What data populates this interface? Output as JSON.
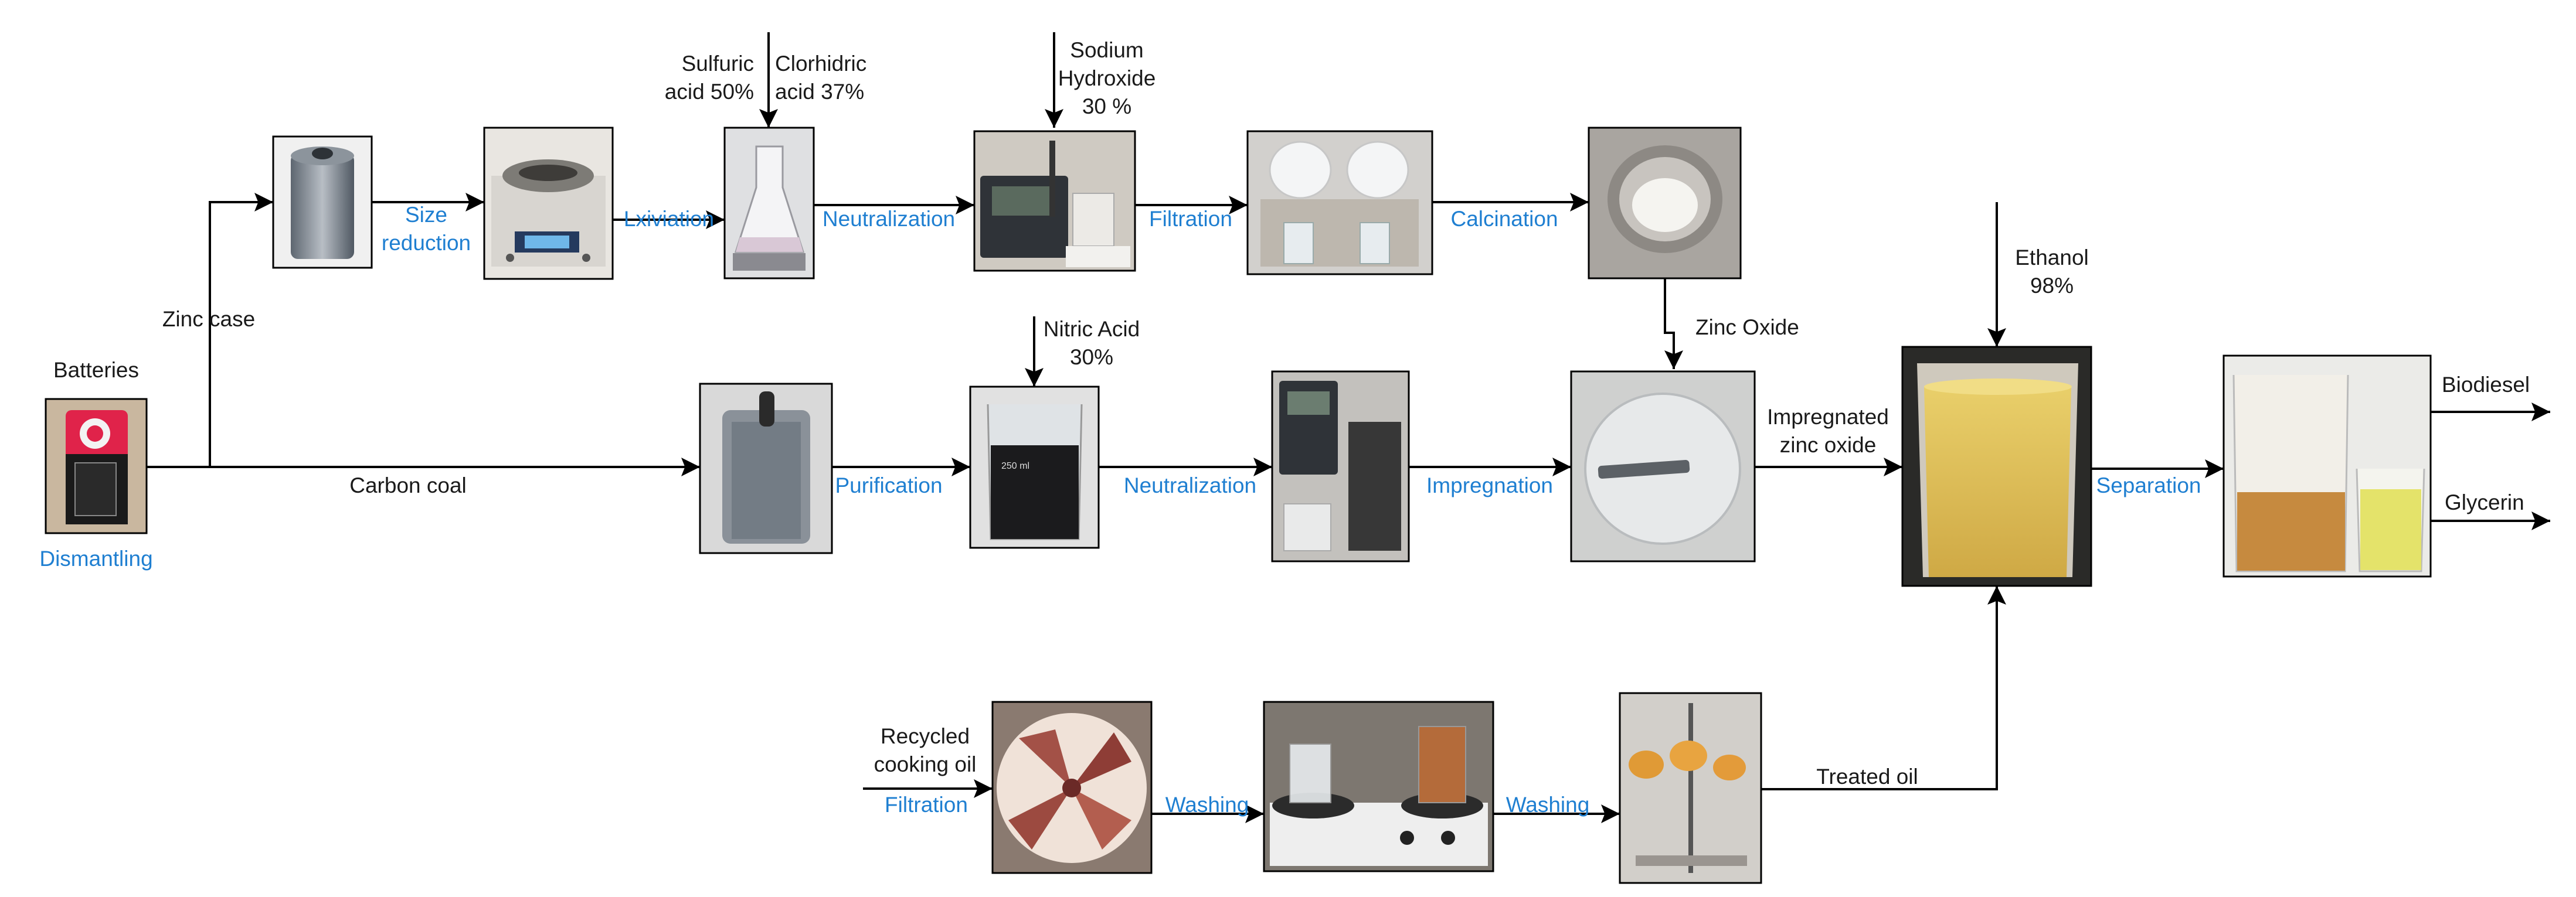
{
  "colors": {
    "process_label": "#1f7fd1",
    "text": "#1a1a1a",
    "line": "#000000"
  },
  "nodes": {
    "batteries": "Batteries",
    "zinc_case": "Zinc case",
    "carbon_coal": "Carbon coal",
    "sulfuric_acid": [
      "Sulfuric",
      "acid 50%"
    ],
    "clorhidric_acid": [
      "Clorhidric",
      "acid 37%"
    ],
    "sodium_hydroxide": [
      "Sodium",
      "Hydroxide",
      "30 %"
    ],
    "nitric_acid": [
      "Nitric Acid",
      "30%"
    ],
    "zinc_oxide": "Zinc Oxide",
    "impregnated_zinc_oxide": [
      "Impregnated",
      "zinc oxide"
    ],
    "ethanol": [
      "Ethanol",
      "98%"
    ],
    "recycled_cooking_oil": [
      "Recycled",
      "cooking oil"
    ],
    "treated_oil": "Treated oil",
    "biodiesel": "Biodiesel",
    "glycerin": "Glycerin"
  },
  "processes": {
    "dismantling": "Dismantling",
    "size_reduction": [
      "Size",
      "reduction"
    ],
    "lxiviation": "Lxiviation",
    "neutralization_top": "Neutralization",
    "filtration_top": "Filtration",
    "calcination": "Calcination",
    "purification": "Purification",
    "neutralization_mid": "Neutralization",
    "impregnation": "Impregnation",
    "separation": "Separation",
    "filtration_bottom": "Filtration",
    "washing_1": "Washing",
    "washing_2": "Washing"
  },
  "photos": {
    "battery": "battery photo",
    "zinc_can": "zinc case photo",
    "scale": "scale with zinc pieces photo",
    "flask_leach": "leaching flask photo",
    "ph_meter_top": "pH meter neutralization photo",
    "filtration_setup": "filtration setup photo",
    "crucible": "calcined zinc oxide in crucible photo",
    "carbon_rod": "carbon coal rod photo",
    "beaker_black": "beaker with nitric acid and carbon photo",
    "ph_meter_mid": "pH meter photo",
    "petri_dish": "impregnated zinc oxide in petri dish photo",
    "beaker_yellow": "biodiesel reaction beaker photo",
    "separation_beakers": "biodiesel and glycerin beakers photo",
    "filter_paper": "oil filtration paper photo",
    "hot_plate": "washing on hot plate photo",
    "separatory_funnel": "separatory funnel photo"
  }
}
